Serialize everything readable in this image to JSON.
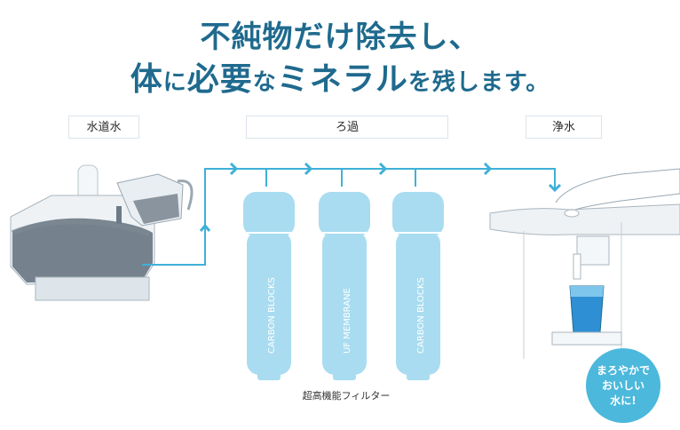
{
  "headline": {
    "line1": "不純物だけ除去し、",
    "line2_parts": [
      "体",
      "に",
      "必要",
      "な",
      "ミネラル",
      "を残します。"
    ]
  },
  "stages": {
    "tap_water": "水道水",
    "filtration": "ろ過",
    "purified": "浄水"
  },
  "filters": [
    {
      "label": "CARBON BLOCKS"
    },
    {
      "label": "UF MEMBRANE"
    },
    {
      "label": "CARBON BLOCKS"
    }
  ],
  "filter_caption": "超高機能フィルター",
  "bubble_text": "まろやかで\nおいしい\n水に!",
  "colors": {
    "headline": "#1f6a8e",
    "flow_line": "#3fb0d8",
    "filter_body": "#a9dcf0",
    "bubble": "#4bb8dc"
  }
}
